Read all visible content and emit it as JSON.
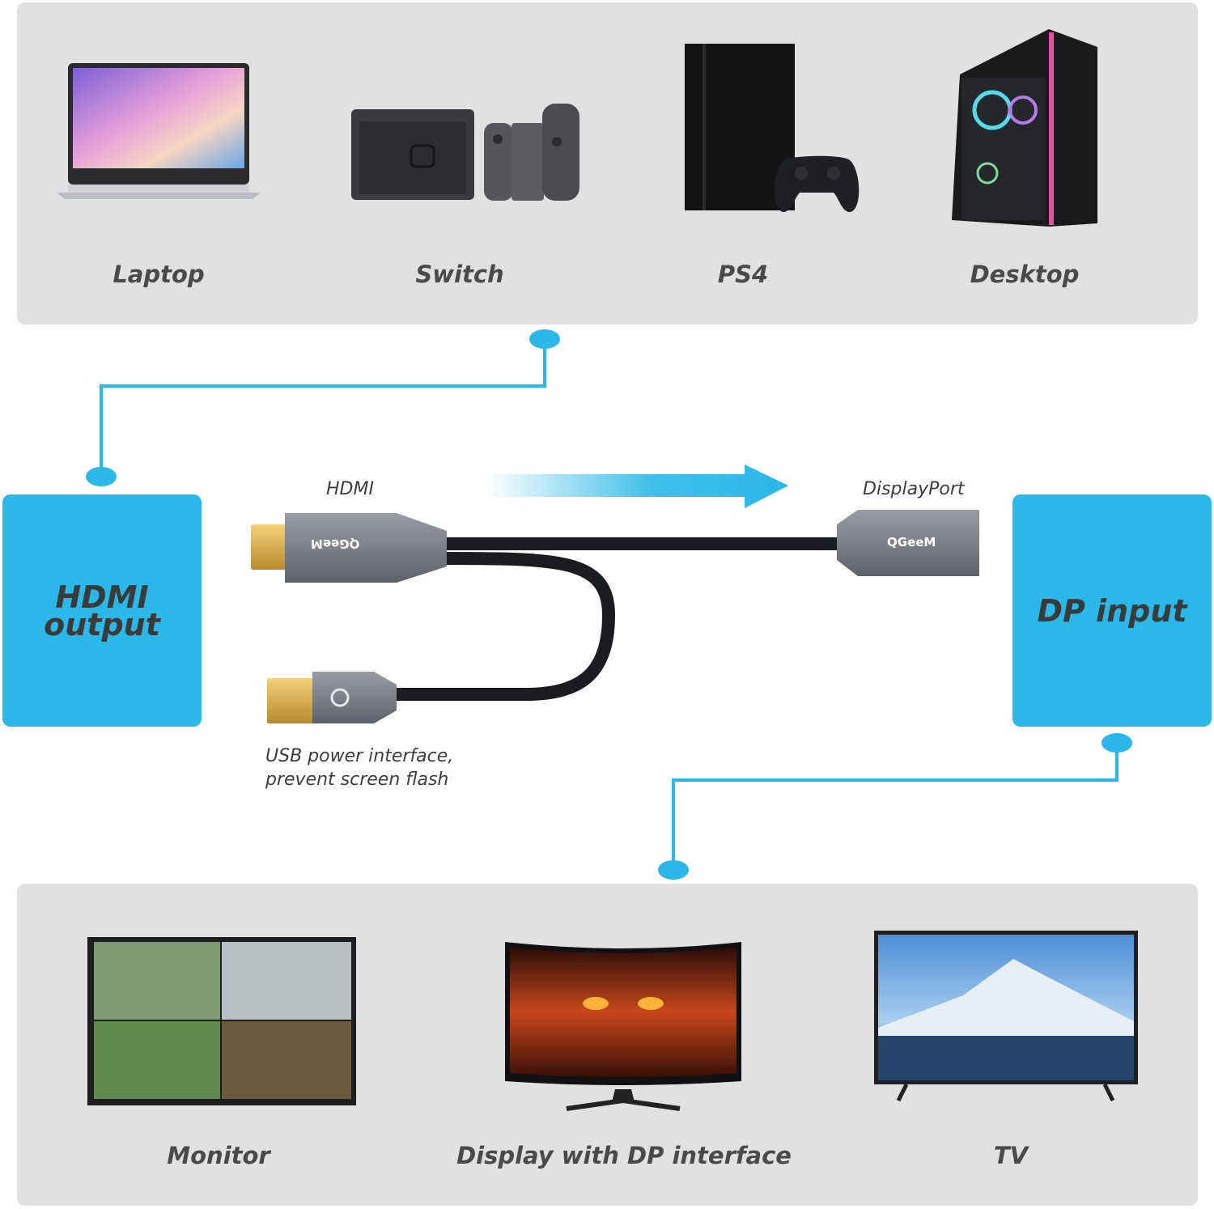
{
  "sources": {
    "items": [
      {
        "label": "Laptop",
        "icon": "laptop-icon"
      },
      {
        "label": "Switch",
        "icon": "game-console-switch-icon"
      },
      {
        "label": "PS4",
        "icon": "ps4-console-icon"
      },
      {
        "label": "Desktop",
        "icon": "desktop-pc-icon"
      }
    ]
  },
  "adapter": {
    "hdmi_label": "HDMI",
    "dp_label": "DisplayPort",
    "usb_label_line1": "USB power interface,",
    "usb_label_line2": "prevent screen flash",
    "hdmi_brand": "QGeeM",
    "dp_brand": "QGeeM"
  },
  "left_box": {
    "line1": "HDMI",
    "line2": "output"
  },
  "right_box": {
    "label": "DP input"
  },
  "displays": {
    "items": [
      {
        "label": "Monitor",
        "icon": "monitor-icon"
      },
      {
        "label": "Display with DP interface",
        "icon": "curved-display-icon"
      },
      {
        "label": "TV",
        "icon": "tv-icon"
      }
    ]
  },
  "colors": {
    "accent": "#2ab8e8",
    "panel": "#e1e1e1",
    "text": "#4a4a4a"
  }
}
